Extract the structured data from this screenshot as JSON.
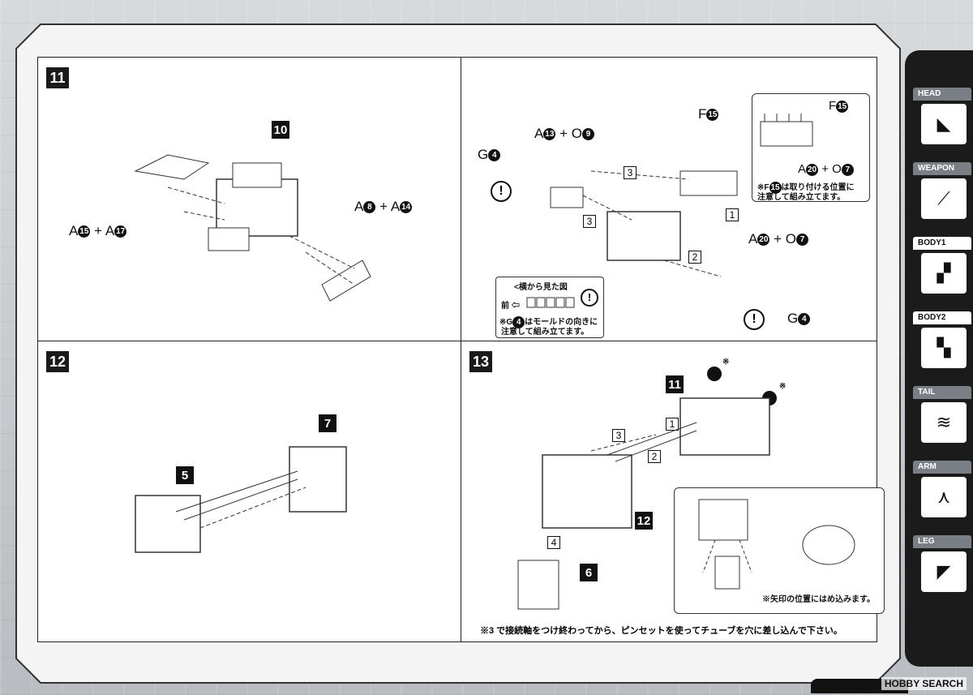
{
  "side_tabs": [
    {
      "label": "HEAD",
      "active": false,
      "icon": "head-icon"
    },
    {
      "label": "WEAPON",
      "active": false,
      "icon": "weapon-icon"
    },
    {
      "label": "BODY1",
      "active": true,
      "icon": "body1-icon"
    },
    {
      "label": "BODY2",
      "active": true,
      "icon": "body2-icon"
    },
    {
      "label": "TAIL",
      "active": false,
      "icon": "tail-icon"
    },
    {
      "label": "ARM",
      "active": false,
      "icon": "arm-icon"
    },
    {
      "label": "LEG",
      "active": false,
      "icon": "leg-icon"
    }
  ],
  "step11": {
    "number": "11",
    "left": {
      "sub_number": "10",
      "label_a1": "A",
      "n1": "15",
      "plus": "+",
      "label_a2": "A",
      "n2": "17",
      "label_b1": "A",
      "n3": "8",
      "label_b2": "A",
      "n4": "14"
    },
    "right": {
      "g_top": "G",
      "g_top_n": "4",
      "a_top": "A",
      "a_top_n": "13",
      "o_top": "O",
      "o_top_n": "9",
      "f_label": "F",
      "f_n": "15",
      "inset_f": "F",
      "inset_f_n": "15",
      "inset_a": "A",
      "inset_a_n": "20",
      "inset_o": "O",
      "inset_o_n": "7",
      "inset_note1": "※F",
      "inset_note_n": "15",
      "inset_note2": "は取り付ける位置に",
      "inset_note3": "注意して組み立てます。",
      "a_mid": "A",
      "a_mid_n": "20",
      "o_mid": "O",
      "o_mid_n": "7",
      "g_bot": "G",
      "g_bot_n": "4",
      "steps": [
        "3",
        "3",
        "1",
        "2"
      ],
      "side_view_title": "<横から見た図",
      "front_label": "前",
      "side_note1": "※G",
      "side_note_n": "4",
      "side_note2": "はモールドの向きに",
      "side_note3": "注意して組み立てます。",
      "warn": "!"
    }
  },
  "step12": {
    "number": "12",
    "part5": "5",
    "part7": "7"
  },
  "step13": {
    "number": "13",
    "part11": "11",
    "part12": "12",
    "part6": "6",
    "steps": [
      "1",
      "2",
      "3",
      "4"
    ],
    "asterisk": "※",
    "note_right": "※矢印の位置にはめ込みます。"
  },
  "footer_note": "※3 で接続軸をつけ終わってから、ピンセットを使ってチューブを穴に差し込んで下さい。",
  "watermark": "HOBBY SEARCH"
}
